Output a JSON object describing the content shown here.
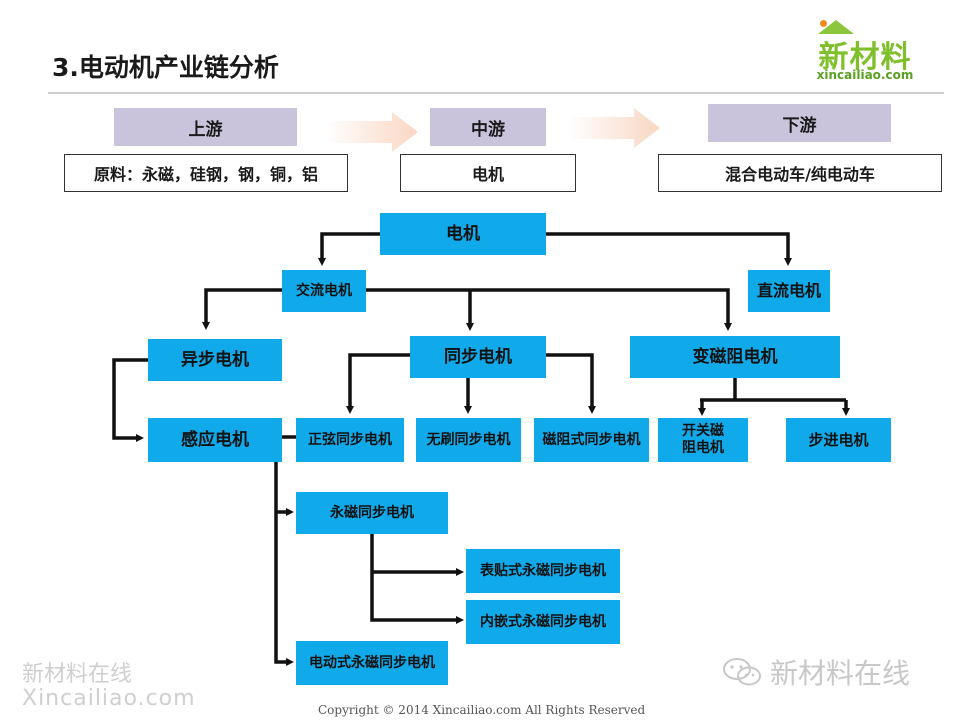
{
  "header": {
    "title": "3.电动机产业链分析",
    "logo_cn": "新材料",
    "logo_en": "xincailiao.com"
  },
  "stages": {
    "upstream": {
      "head": "上游",
      "box": "原料：永磁，硅钢，钢，铜，铝"
    },
    "midstream": {
      "head": "中游",
      "box": "电机"
    },
    "downstream": {
      "head": "下游",
      "box": "混合电动车/纯电动车"
    }
  },
  "tree": {
    "motor": "电机",
    "ac_motor": "交流电机",
    "dc_motor": "直流电机",
    "async_motor": "异步电机",
    "sync_motor": "同步电机",
    "reluctance_motor": "变磁阻电机",
    "induction_motor": "感应电机",
    "sine_sync": "正弦同步电机",
    "brushless_sync": "无刷同步电机",
    "reluctance_sync": "磁阻式同步电机",
    "switched_reluctance": "开关磁\n阻电机",
    "stepper_motor": "步进电机",
    "pm_sync": "永磁同步电机",
    "surface_pm_sync": "表贴式永磁同步电机",
    "interior_pm_sync": "内嵌式永磁同步电机",
    "electric_pm_sync": "电动式永磁同步电机"
  },
  "watermark": {
    "left_cn": "新材料在线",
    "left_en": "Xincailiao.com",
    "right_cn": "新材料在线"
  },
  "footer": {
    "copyright": "Copyright © 2014   Xincailiao.com    All Rights Reserved"
  },
  "colors": {
    "node_fill": "#10aaea",
    "stage_head_fill": "#c9c4dc",
    "flow_arrow_fill": "#fbe4d6",
    "logo_green": "#7fbf2a"
  }
}
